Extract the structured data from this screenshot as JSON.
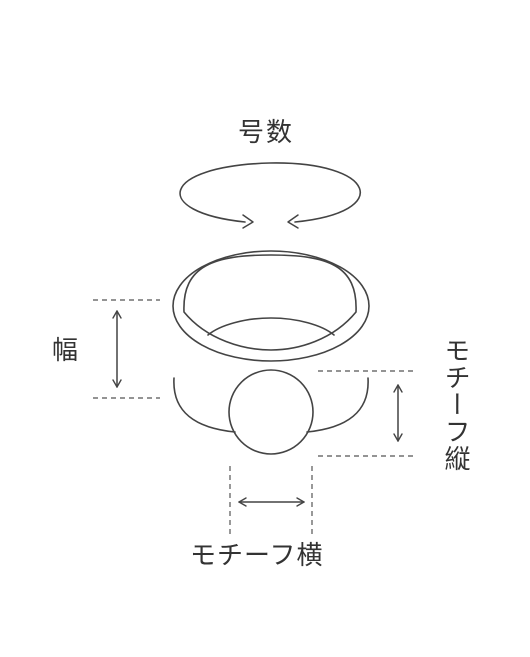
{
  "labels": {
    "ring_size": "号数",
    "width": "幅",
    "motif_height": "モチーフ縦",
    "motif_width": "モチーフ横"
  },
  "colors": {
    "line": "#444444",
    "text": "#333333",
    "background": "#ffffff"
  }
}
